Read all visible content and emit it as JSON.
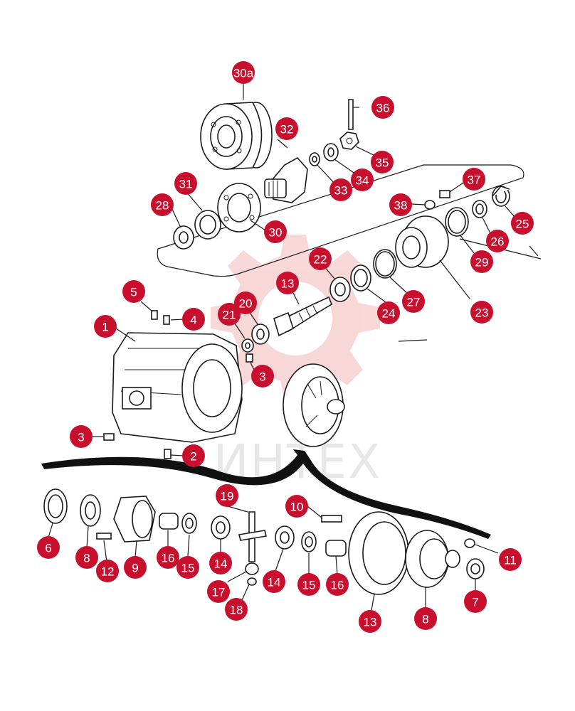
{
  "watermark": {
    "text": "ИНТЕХ",
    "color": "#f5c6c6"
  },
  "callout_color": "#c8102e",
  "callouts": [
    {
      "label": "30a"
    },
    {
      "label": "36"
    },
    {
      "label": "32"
    },
    {
      "label": "35"
    },
    {
      "label": "34"
    },
    {
      "label": "33"
    },
    {
      "label": "31"
    },
    {
      "label": "28"
    },
    {
      "label": "30"
    },
    {
      "label": "37"
    },
    {
      "label": "38"
    },
    {
      "label": "25"
    },
    {
      "label": "26"
    },
    {
      "label": "29"
    },
    {
      "label": "22"
    },
    {
      "label": "13"
    },
    {
      "label": "20"
    },
    {
      "label": "21"
    },
    {
      "label": "5"
    },
    {
      "label": "4"
    },
    {
      "label": "1"
    },
    {
      "label": "24"
    },
    {
      "label": "27"
    },
    {
      "label": "23"
    },
    {
      "label": "3"
    },
    {
      "label": "3"
    },
    {
      "label": "2"
    },
    {
      "label": "19"
    },
    {
      "label": "10"
    },
    {
      "label": "6"
    },
    {
      "label": "8"
    },
    {
      "label": "12"
    },
    {
      "label": "9"
    },
    {
      "label": "16"
    },
    {
      "label": "15"
    },
    {
      "label": "14"
    },
    {
      "label": "17"
    },
    {
      "label": "18"
    },
    {
      "label": "14"
    },
    {
      "label": "15"
    },
    {
      "label": "16"
    },
    {
      "label": "13"
    },
    {
      "label": "8"
    },
    {
      "label": "7"
    },
    {
      "label": "11"
    }
  ]
}
